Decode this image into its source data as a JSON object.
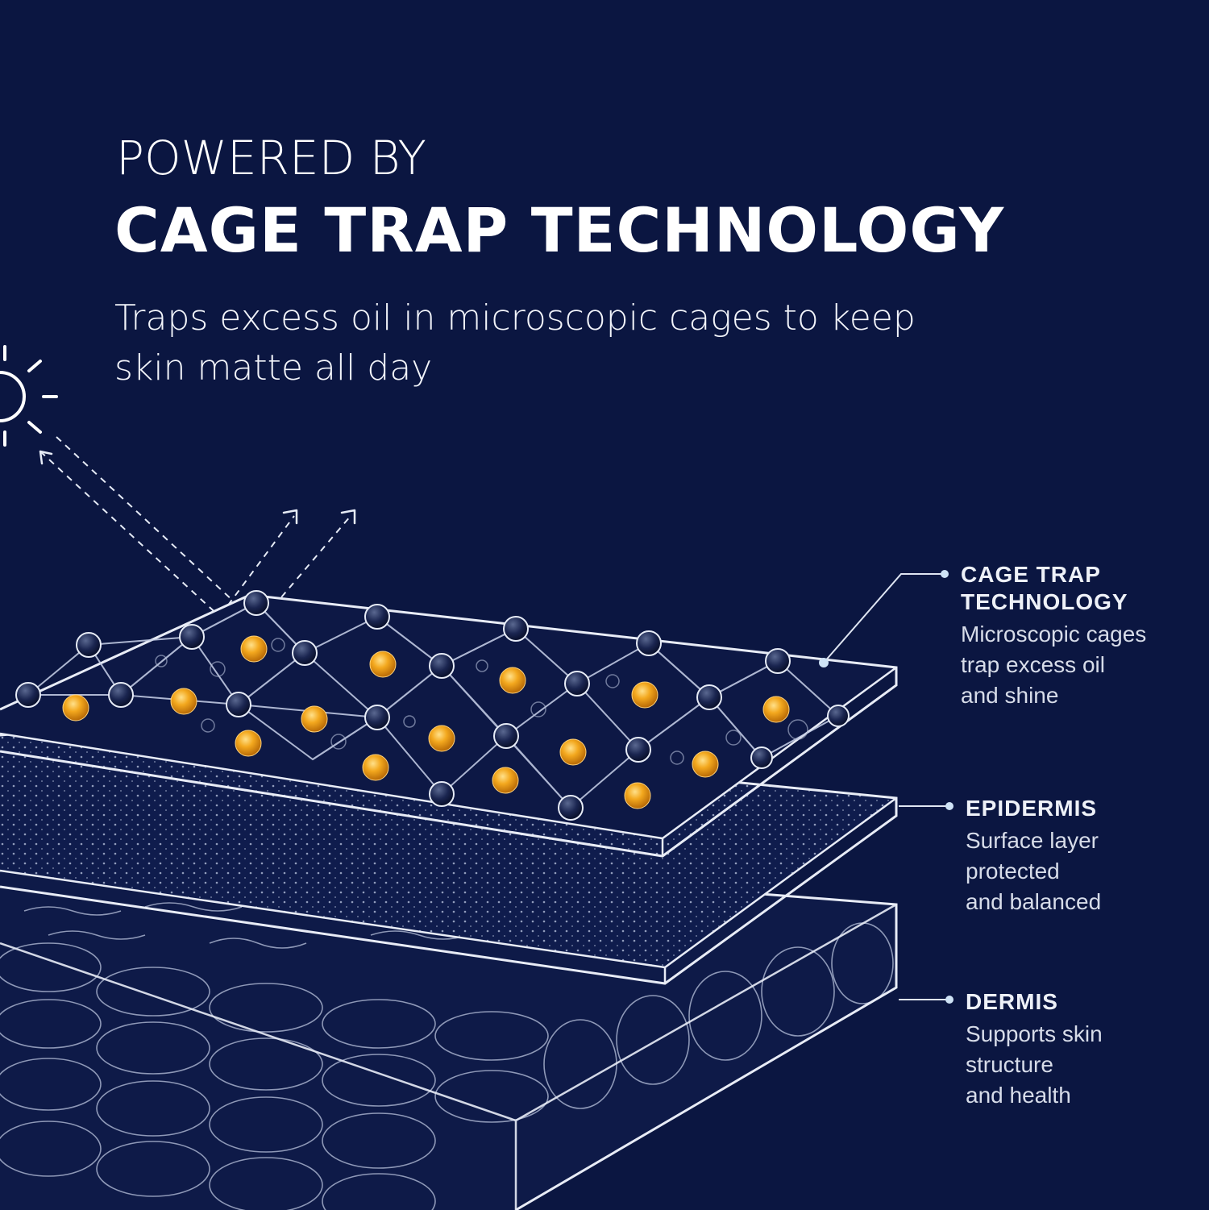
{
  "header": {
    "kicker": "POWERED BY",
    "headline": "CAGE TRAP TECHNOLOGY",
    "subtitle": "Traps excess oil in microscopic cages to keep skin matte all day"
  },
  "callouts": [
    {
      "title_line1": "CAGE TRAP",
      "title_line2": "TECHNOLOGY",
      "desc_lines": [
        "Microscopic cages",
        "trap excess oil",
        "and shine"
      ]
    },
    {
      "title_line1": "EPIDERMIS",
      "desc_lines": [
        "Surface layer",
        "protected",
        "and balanced"
      ]
    },
    {
      "title_line1": "DERMIS",
      "desc_lines": [
        "Supports skin",
        "structure",
        "and health"
      ]
    }
  ],
  "colors": {
    "background": "#0b1641",
    "line": "#dfe5f2",
    "oil": "#f0a020",
    "node": "#101a3c"
  },
  "icons": [
    "sun-icon",
    "arrow-icon"
  ]
}
